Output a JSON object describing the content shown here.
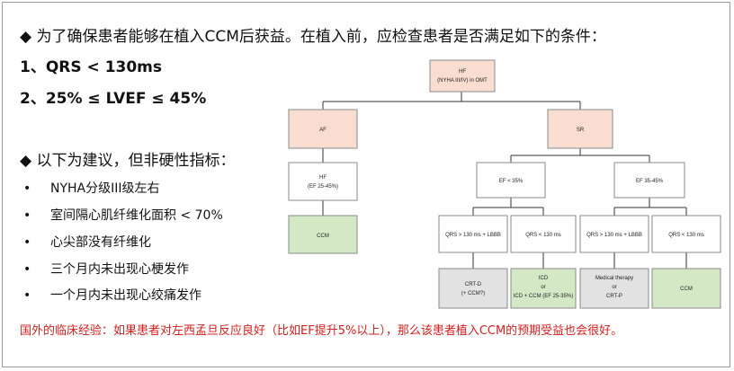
{
  "intro": "◆ 为了确保患者能够在植入CCM后获益。在植入前，应检查患者是否满足如下的条件：",
  "criteria": [
    "1、QRS < 130ms",
    "2、25% ≤ LVEF ≤ 45%"
  ],
  "recommendation_heading": "◆ 以下为建议，但非硬性指标：",
  "bullets": [
    "NYHA分级III级左右",
    "室间隔心肌纤维化面积 < 70%",
    "心尖部没有纤维化",
    "三个月内未出现心梗发作",
    "一个月内未出现心绞痛发作"
  ],
  "note": "国外的临床经验：如果患者对左西孟旦反应良好（比如EF提升5%以上），那么该患者植入CCM的预期受益也会很好。",
  "colors": {
    "peach": "#f8ddd0",
    "green": "#d4e8c5",
    "gray": "#e2e2e2",
    "note_red": "#d0201e",
    "box_border": "#8a8a8a"
  },
  "flowchart": {
    "root": {
      "line1": "HF",
      "line2": "(NYHA III/IV) in OMT"
    },
    "af": "AF",
    "sr": "SR",
    "af_hf": {
      "line1": "HF",
      "line2": "(EF 25-45%)"
    },
    "af_ccm": "CCM",
    "ef_low": "EF < 35%",
    "ef_mid": "EF 35-45%",
    "q1": "QRS > 130 ms + LBBB",
    "q2": "QRS < 130 ms",
    "q3": "QRS > 130 ms + LBBB",
    "q4": "QRS < 130 ms",
    "o1": {
      "line1": "CRT-D",
      "line2": "(+ CCM?)"
    },
    "o2": {
      "line1": "ICD",
      "line2": "or",
      "line3": "ICD + CCM (EF 25-35%)"
    },
    "o3": {
      "line1": "Medical therapy",
      "line2": "or",
      "line3": "CRT-P"
    },
    "o4": "CCM"
  }
}
